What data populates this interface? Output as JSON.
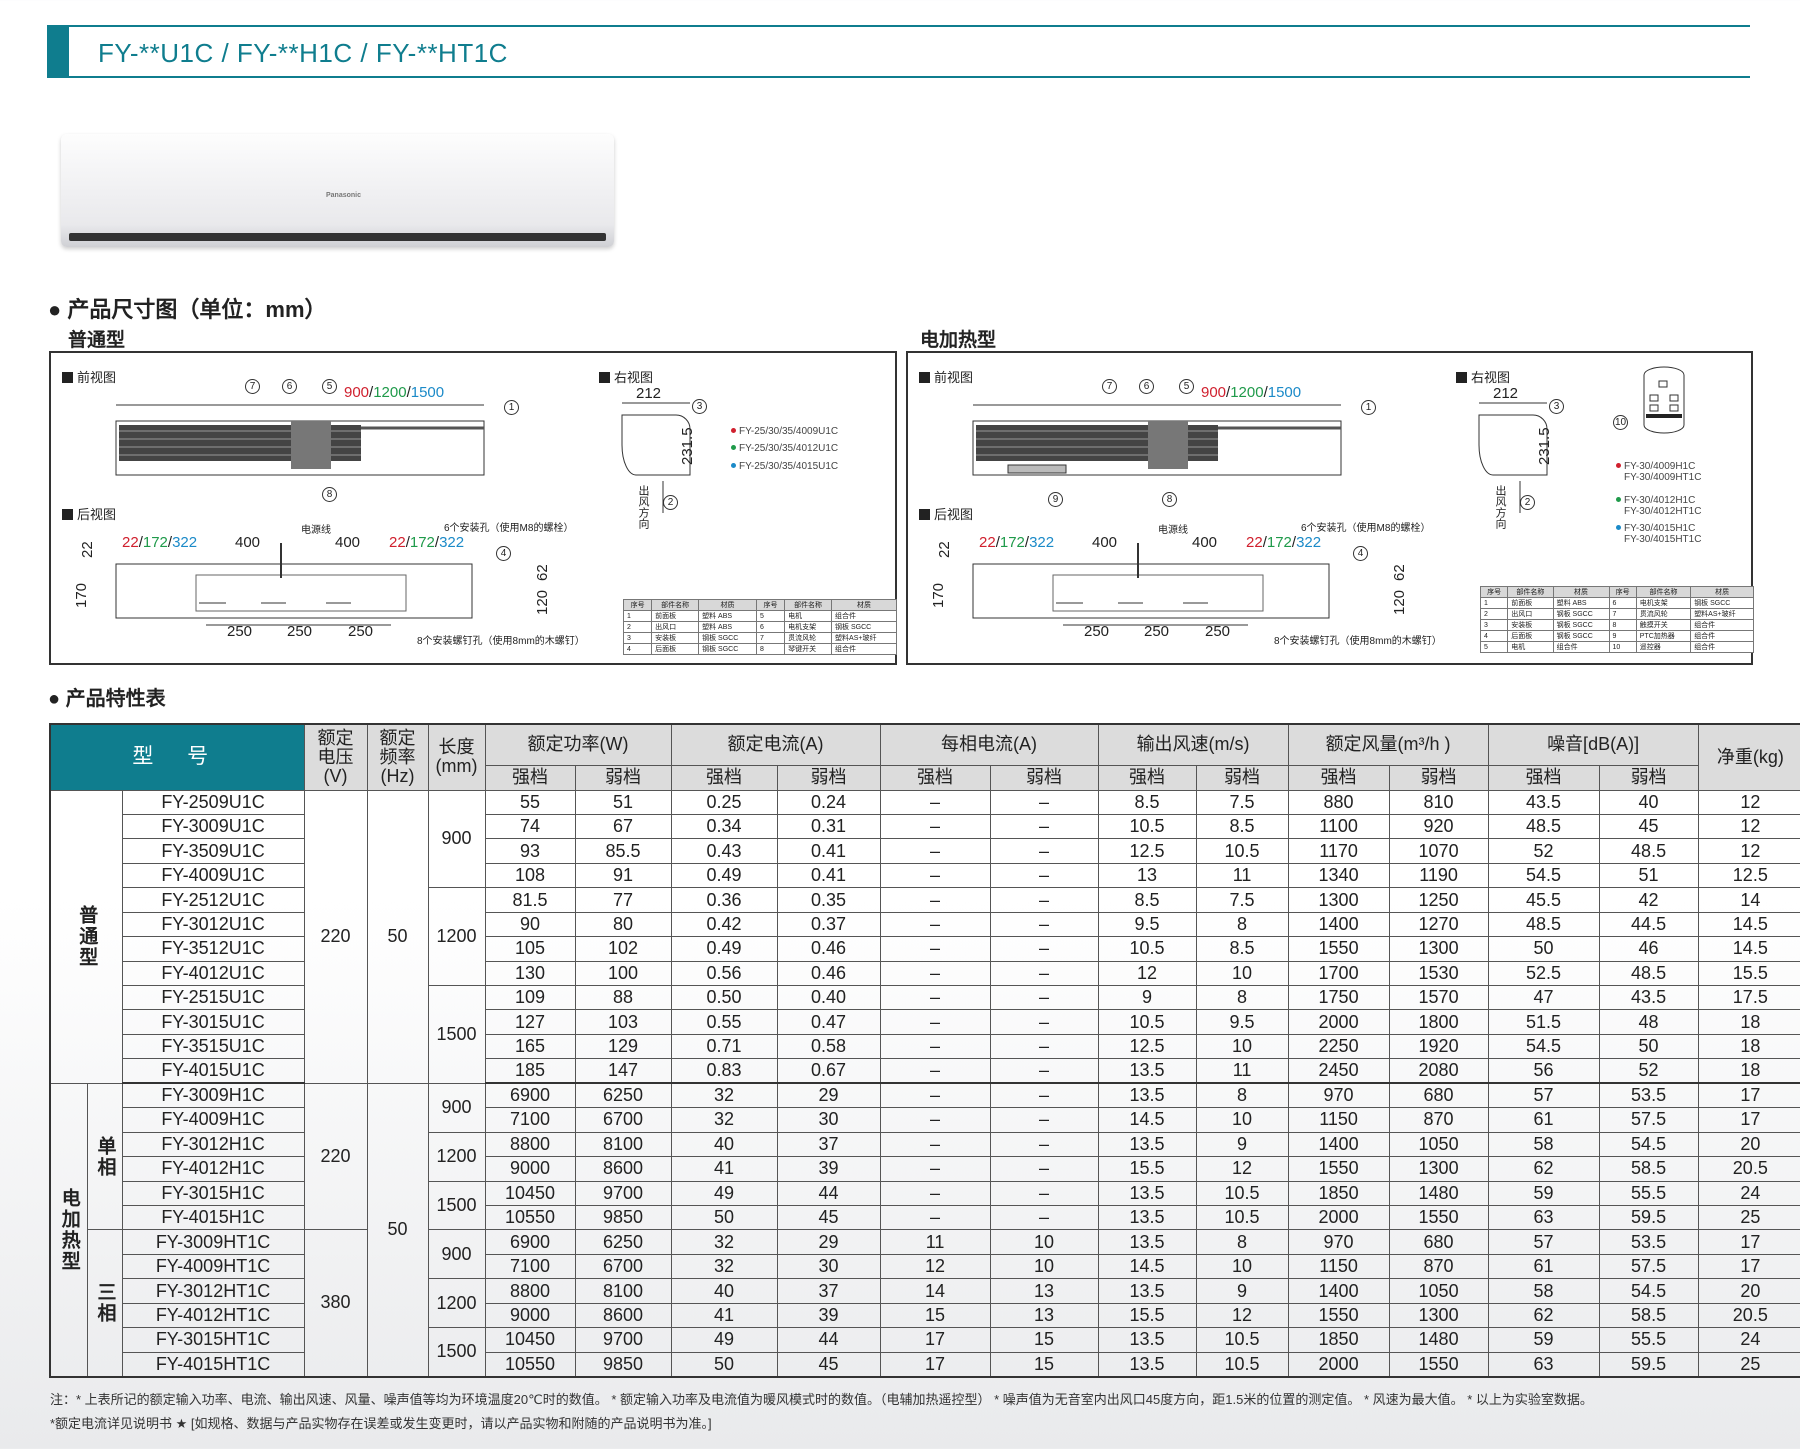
{
  "header": {
    "title": "FY-**U1C / FY-**H1C / FY-**HT1C"
  },
  "product": {
    "brand": "Panasonic"
  },
  "dimensions": {
    "section_title": "产品尺寸图（单位：mm）",
    "standard": {
      "title": "普通型",
      "front_view": "前视图",
      "back_view": "后视图",
      "side_view": "右视图",
      "width_dims": [
        "900",
        "/",
        "1200",
        "/",
        "1500"
      ],
      "depth": "212",
      "height": "231.5",
      "airflow_dir": "出风方向",
      "back_offset": [
        "22",
        "/",
        "172",
        "/",
        "322"
      ],
      "spacing_400": "400",
      "power_cord": "电源线",
      "holes_note": "6个安装孔（使用M8的螺栓）",
      "screws_note": "8个安装螺钉孔（使用8mm的木螺钉）",
      "dim_250": "250",
      "dim_22": "22",
      "dim_170": "170",
      "dim_62": "62",
      "dim_120": "120",
      "callouts": [
        "7",
        "6",
        "5",
        "1",
        "8",
        "3",
        "2",
        "4"
      ],
      "legend": [
        "FY-25/30/35/4009U1C",
        "FY-25/30/35/4012U1C",
        "FY-25/30/35/4015U1C"
      ],
      "parts_header": [
        "序号",
        "部件名称",
        "材质",
        "序号",
        "部件名称",
        "材质"
      ],
      "parts": [
        [
          "1",
          "前面板",
          "塑料 ABS",
          "5",
          "电机",
          "组合件"
        ],
        [
          "2",
          "出风口",
          "塑料 ABS",
          "6",
          "电机支架",
          "钢板 SGCC"
        ],
        [
          "3",
          "安装板",
          "钢板 SGCC",
          "7",
          "贯流风轮",
          "塑料AS+玻纤"
        ],
        [
          "4",
          "后面板",
          "钢板 SGCC",
          "8",
          "琴键开关",
          "组合件"
        ]
      ]
    },
    "heater": {
      "title": "电加热型",
      "front_view": "前视图",
      "back_view": "后视图",
      "side_view": "右视图",
      "width_dims": [
        "900",
        "/",
        "1200",
        "/",
        "1500"
      ],
      "depth": "212",
      "height": "231.5",
      "airflow_dir": "出风方向",
      "back_offset": [
        "22",
        "/",
        "172",
        "/",
        "322"
      ],
      "spacing_400": "400",
      "power_cord": "电源线",
      "holes_note": "6个安装孔（使用M8的螺栓）",
      "screws_note": "8个安装螺钉孔（使用8mm的木螺钉）",
      "dim_250": "250",
      "dim_22": "22",
      "dim_170": "170",
      "dim_62": "62",
      "dim_120": "120",
      "callouts": [
        "7",
        "6",
        "5",
        "1",
        "9",
        "8",
        "3",
        "2",
        "4",
        "10"
      ],
      "legend": [
        [
          "FY-30/4009H1C",
          "FY-30/4009HT1C"
        ],
        [
          "FY-30/4012H1C",
          "FY-30/4012HT1C"
        ],
        [
          "FY-30/4015H1C",
          "FY-30/4015HT1C"
        ]
      ],
      "parts_header": [
        "序号",
        "部件名称",
        "材质",
        "序号",
        "部件名称",
        "材质"
      ],
      "parts": [
        [
          "1",
          "前面板",
          "塑料 ABS",
          "6",
          "电机支架",
          "钢板 SGCC"
        ],
        [
          "2",
          "出风口",
          "钢板 SGCC",
          "7",
          "贯流风轮",
          "塑料AS+玻纤"
        ],
        [
          "3",
          "安装板",
          "钢板 SGCC",
          "8",
          "触摸开关",
          "组合件"
        ],
        [
          "4",
          "后面板",
          "钢板 SGCC",
          "9",
          "PTC加热器",
          "组合件"
        ],
        [
          "5",
          "电机",
          "组合件",
          "10",
          "遥控器",
          "组合件"
        ]
      ]
    }
  },
  "colors": {
    "accent": "#0f7d8e",
    "red": "#d0202e",
    "green": "#1f9a4a",
    "blue": "#1b8ac8"
  },
  "spec": {
    "section_title": "产品特性表",
    "headers": {
      "model": "型 号",
      "voltage": [
        "额定",
        "电压",
        "(V)"
      ],
      "freq": [
        "额定",
        "频率",
        "(Hz)"
      ],
      "length": [
        "长度",
        "(mm)"
      ],
      "power": "额定功率(W)",
      "current": "额定电流(A)",
      "phase_current": "每相电流(A)",
      "wind_speed": "输出风速(m/s)",
      "airflow": "额定风量(m³/h )",
      "noise": "噪音[dB(A)]",
      "weight": "净重(kg)",
      "high": "强档",
      "low": "弱档"
    },
    "type_groups": [
      {
        "label": "普通型",
        "span": 12
      },
      {
        "label": "电加热型",
        "span": 12,
        "sub": [
          {
            "label": "单相",
            "span": 6
          },
          {
            "label": "三相",
            "span": 6
          }
        ]
      }
    ],
    "voltage_groups": [
      {
        "value": "220",
        "span": 12
      },
      {
        "value": "220",
        "span": 6
      },
      {
        "value": "380",
        "span": 6
      }
    ],
    "freq_groups": [
      {
        "value": "50",
        "span": 12
      },
      {
        "value": "50",
        "span": 12
      }
    ],
    "length_groups": [
      {
        "value": "900",
        "span": 4
      },
      {
        "value": "1200",
        "span": 4
      },
      {
        "value": "1500",
        "span": 4
      },
      {
        "value": "900",
        "span": 2
      },
      {
        "value": "1200",
        "span": 2
      },
      {
        "value": "1500",
        "span": 2
      },
      {
        "value": "900",
        "span": 2
      },
      {
        "value": "1200",
        "span": 2
      },
      {
        "value": "1500",
        "span": 2
      }
    ],
    "rows": [
      [
        "FY-2509U1C",
        "55",
        "51",
        "0.25",
        "0.24",
        "–",
        "–",
        "8.5",
        "7.5",
        "880",
        "810",
        "43.5",
        "40",
        "12"
      ],
      [
        "FY-3009U1C",
        "74",
        "67",
        "0.34",
        "0.31",
        "–",
        "–",
        "10.5",
        "8.5",
        "1100",
        "920",
        "48.5",
        "45",
        "12"
      ],
      [
        "FY-3509U1C",
        "93",
        "85.5",
        "0.43",
        "0.41",
        "–",
        "–",
        "12.5",
        "10.5",
        "1170",
        "1070",
        "52",
        "48.5",
        "12"
      ],
      [
        "FY-4009U1C",
        "108",
        "91",
        "0.49",
        "0.41",
        "–",
        "–",
        "13",
        "11",
        "1340",
        "1190",
        "54.5",
        "51",
        "12.5"
      ],
      [
        "FY-2512U1C",
        "81.5",
        "77",
        "0.36",
        "0.35",
        "–",
        "–",
        "8.5",
        "7.5",
        "1300",
        "1250",
        "45.5",
        "42",
        "14"
      ],
      [
        "FY-3012U1C",
        "90",
        "80",
        "0.42",
        "0.37",
        "–",
        "–",
        "9.5",
        "8",
        "1400",
        "1270",
        "48.5",
        "44.5",
        "14.5"
      ],
      [
        "FY-3512U1C",
        "105",
        "102",
        "0.49",
        "0.46",
        "–",
        "–",
        "10.5",
        "8.5",
        "1550",
        "1300",
        "50",
        "46",
        "14.5"
      ],
      [
        "FY-4012U1C",
        "130",
        "100",
        "0.56",
        "0.46",
        "–",
        "–",
        "12",
        "10",
        "1700",
        "1530",
        "52.5",
        "48.5",
        "15.5"
      ],
      [
        "FY-2515U1C",
        "109",
        "88",
        "0.50",
        "0.40",
        "–",
        "–",
        "9",
        "8",
        "1750",
        "1570",
        "47",
        "43.5",
        "17.5"
      ],
      [
        "FY-3015U1C",
        "127",
        "103",
        "0.55",
        "0.47",
        "–",
        "–",
        "10.5",
        "9.5",
        "2000",
        "1800",
        "51.5",
        "48",
        "18"
      ],
      [
        "FY-3515U1C",
        "165",
        "129",
        "0.71",
        "0.58",
        "–",
        "–",
        "12.5",
        "10",
        "2250",
        "1920",
        "54.5",
        "50",
        "18"
      ],
      [
        "FY-4015U1C",
        "185",
        "147",
        "0.83",
        "0.67",
        "–",
        "–",
        "13.5",
        "11",
        "2450",
        "2080",
        "56",
        "52",
        "18"
      ],
      [
        "FY-3009H1C",
        "6900",
        "6250",
        "32",
        "29",
        "–",
        "–",
        "13.5",
        "8",
        "970",
        "680",
        "57",
        "53.5",
        "17"
      ],
      [
        "FY-4009H1C",
        "7100",
        "6700",
        "32",
        "30",
        "–",
        "–",
        "14.5",
        "10",
        "1150",
        "870",
        "61",
        "57.5",
        "17"
      ],
      [
        "FY-3012H1C",
        "8800",
        "8100",
        "40",
        "37",
        "–",
        "–",
        "13.5",
        "9",
        "1400",
        "1050",
        "58",
        "54.5",
        "20"
      ],
      [
        "FY-4012H1C",
        "9000",
        "8600",
        "41",
        "39",
        "–",
        "–",
        "15.5",
        "12",
        "1550",
        "1300",
        "62",
        "58.5",
        "20.5"
      ],
      [
        "FY-3015H1C",
        "10450",
        "9700",
        "49",
        "44",
        "–",
        "–",
        "13.5",
        "10.5",
        "1850",
        "1480",
        "59",
        "55.5",
        "24"
      ],
      [
        "FY-4015H1C",
        "10550",
        "9850",
        "50",
        "45",
        "–",
        "–",
        "13.5",
        "10.5",
        "2000",
        "1550",
        "63",
        "59.5",
        "25"
      ],
      [
        "FY-3009HT1C",
        "6900",
        "6250",
        "32",
        "29",
        "11",
        "10",
        "13.5",
        "8",
        "970",
        "680",
        "57",
        "53.5",
        "17"
      ],
      [
        "FY-4009HT1C",
        "7100",
        "6700",
        "32",
        "30",
        "12",
        "10",
        "14.5",
        "10",
        "1150",
        "870",
        "61",
        "57.5",
        "17"
      ],
      [
        "FY-3012HT1C",
        "8800",
        "8100",
        "40",
        "37",
        "14",
        "13",
        "13.5",
        "9",
        "1400",
        "1050",
        "58",
        "54.5",
        "20"
      ],
      [
        "FY-4012HT1C",
        "9000",
        "8600",
        "41",
        "39",
        "15",
        "13",
        "15.5",
        "12",
        "1550",
        "1300",
        "62",
        "58.5",
        "20.5"
      ],
      [
        "FY-3015HT1C",
        "10450",
        "9700",
        "49",
        "44",
        "17",
        "15",
        "13.5",
        "10.5",
        "1850",
        "1480",
        "59",
        "55.5",
        "24"
      ],
      [
        "FY-4015HT1C",
        "10550",
        "9850",
        "50",
        "45",
        "17",
        "15",
        "13.5",
        "10.5",
        "2000",
        "1550",
        "63",
        "59.5",
        "25"
      ]
    ]
  },
  "notes": [
    "注：* 上表所记的额定输入功率、电流、输出风速、风量、噪声值等均为环境温度20℃时的数值。 * 额定输入功率及电流值为暖风模式时的数值。（电辅加热遥控型） * 噪声值为无音室内出风口45度方向，距1.5米的位置的测定值。 * 风速为最大值。 * 以上为实验室数据。",
    "*额定电流详见说明书 ★ [如规格、数据与产品实物存在误差或发生变更时，请以产品实物和附随的产品说明书为准。]"
  ]
}
